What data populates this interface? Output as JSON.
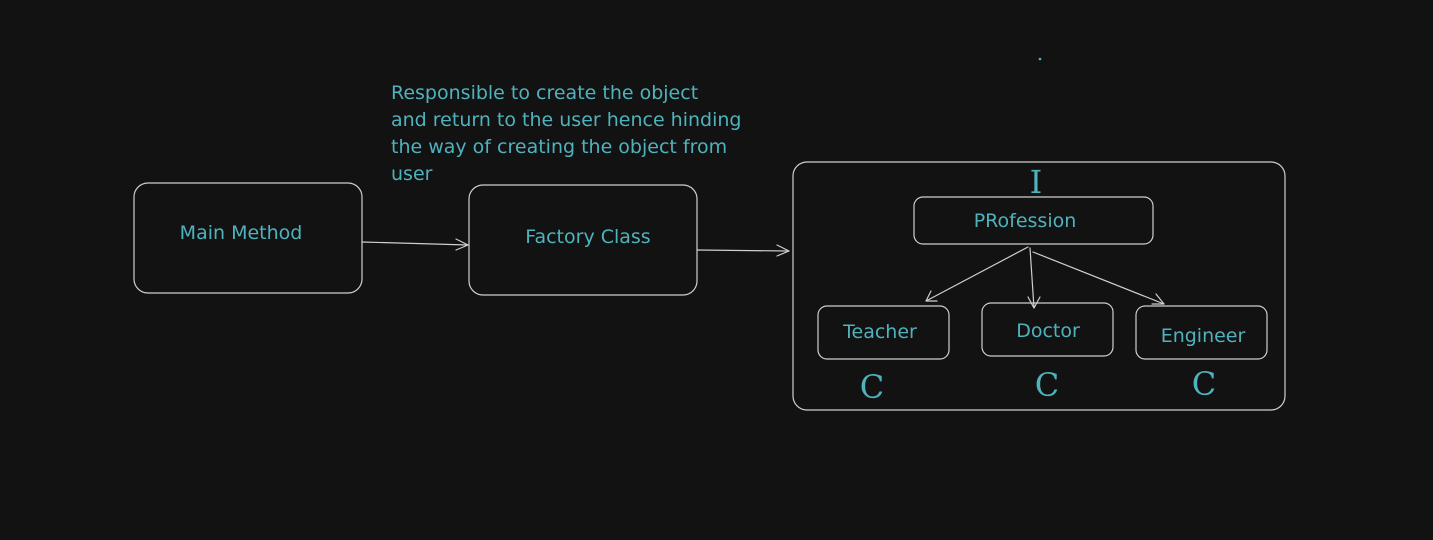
{
  "diagram": {
    "note_lines": [
      "Responsible to create the object",
      "and return to the user hence hinding",
      "the way of creating the object from",
      "user"
    ],
    "nodes": {
      "main_method": "Main Method",
      "factory_class": "Factory Class",
      "profession": "PRofession",
      "teacher": "Teacher",
      "doctor": "Doctor",
      "engineer": "Engineer"
    },
    "markers": {
      "interface": "I",
      "teacher_class": "C",
      "doctor_class": "C",
      "engineer_class": "C"
    },
    "edges": [
      {
        "from": "Main Method",
        "to": "Factory Class"
      },
      {
        "from": "Factory Class",
        "to": "Profession group"
      },
      {
        "from": "PRofession",
        "to": "Teacher"
      },
      {
        "from": "PRofession",
        "to": "Doctor"
      },
      {
        "from": "PRofession",
        "to": "Engineer"
      }
    ],
    "colors": {
      "background": "#121212",
      "text": "#4fb3bd",
      "stroke": "#cfcfcf"
    }
  }
}
